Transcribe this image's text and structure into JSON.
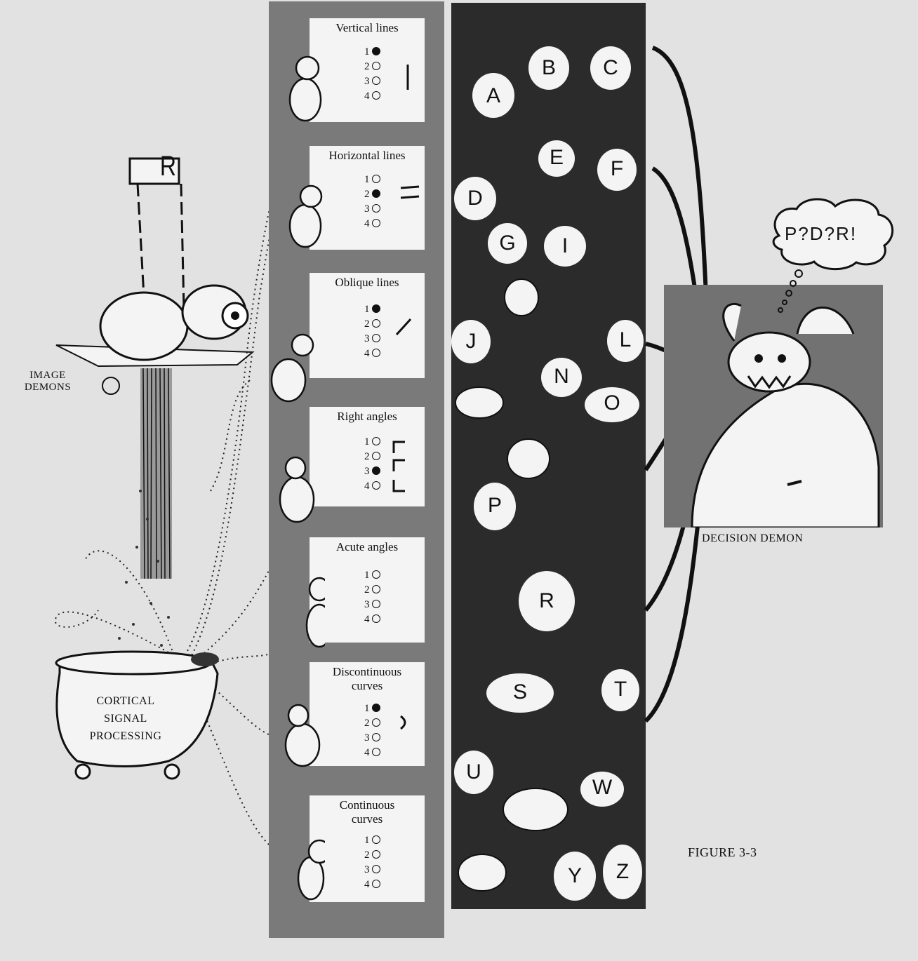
{
  "labels": {
    "image_demons": [
      "IMAGE",
      "DEMONS"
    ],
    "cortical": [
      "CORTICAL",
      "SIGNAL",
      "PROCESSING"
    ],
    "decision_demon": "DECISION DEMON",
    "figure": "FIGURE 3-3",
    "input_letter": "R"
  },
  "features": [
    {
      "title": [
        "Vertical lines"
      ],
      "selected": 1
    },
    {
      "title": [
        "Horizontal lines"
      ],
      "selected": 2
    },
    {
      "title": [
        "Oblique lines"
      ],
      "selected": 1
    },
    {
      "title": [
        "Right angles"
      ],
      "selected": 3
    },
    {
      "title": [
        "Acute angles"
      ],
      "selected": 0
    },
    {
      "title": [
        "Discontinuous",
        "curves"
      ],
      "selected": 1
    },
    {
      "title": [
        "Continuous",
        "curves"
      ],
      "selected": 0
    }
  ],
  "option_numbers": [
    "1",
    "2",
    "3",
    "4"
  ],
  "letters": [
    "A",
    "B",
    "C",
    "D",
    "E",
    "F",
    "G",
    "I",
    "J",
    "L",
    "N",
    "O",
    "P",
    "R",
    "S",
    "T",
    "U",
    "W",
    "Y",
    "Z"
  ],
  "speech_bubble": "P?D?R!",
  "colors": {
    "feature_bg": "#7a7a7a",
    "letter_bg": "#2b2b2b",
    "decision_bg": "#727272",
    "paper": "#e2e2e2",
    "card": "#f4f4f4"
  }
}
